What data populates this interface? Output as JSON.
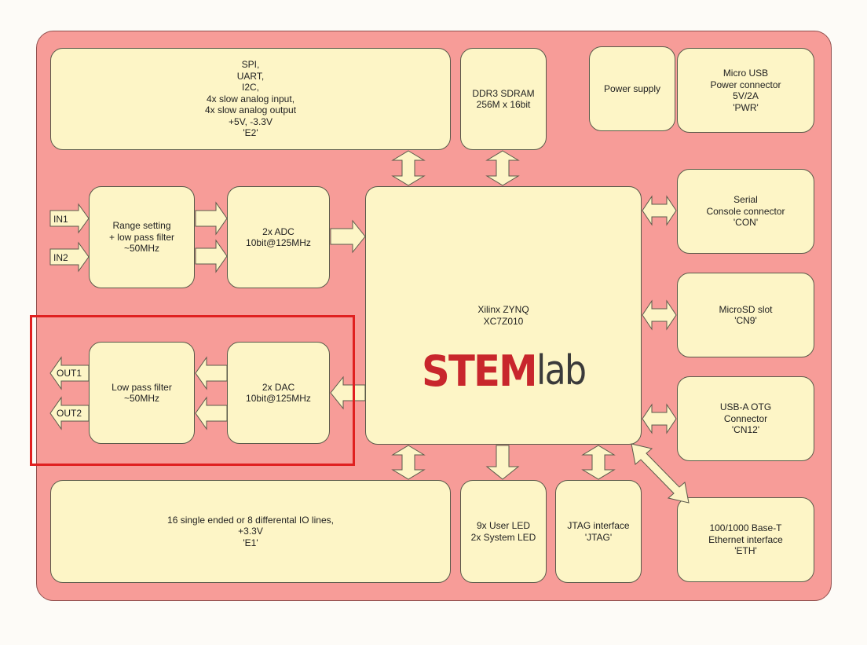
{
  "blocks": {
    "e2": "SPI,\nUART,\nI2C,\n4x slow analog input,\n4x slow analog output\n+5V, -3.3V\n'E2'",
    "ddr3": "DDR3 SDRAM\n256M x 16bit",
    "power_supply": "Power supply",
    "micro_usb": "Micro USB\nPower connector\n5V/2A\n'PWR'",
    "range_setting": "Range setting\n+ low pass filter\n~50MHz",
    "adc": "2x ADC\n10bit@125MHz",
    "zynq": "Xilinx ZYNQ\nXC7Z010",
    "serial_console": "Serial\nConsole connector\n'CON'",
    "microsd": "MicroSD slot\n'CN9'",
    "low_pass_filter": "Low pass filter\n~50MHz",
    "dac": "2x DAC\n10bit@125MHz",
    "usb_otg": "USB-A OTG\nConnector\n'CN12'",
    "e1": "16 single ended or 8 differental IO lines,\n+3.3V\n'E1'",
    "user_led": "9x User LED\n2x System LED",
    "jtag": "JTAG interface\n'JTAG'",
    "ethernet": "100/1000 Base-T\nEthernet interface\n'ETH'"
  },
  "signals": {
    "in1": "IN1",
    "in2": "IN2",
    "out1": "OUT1",
    "out2": "OUT2"
  },
  "logo": {
    "stem": "STEM",
    "lab": "lab"
  },
  "colors": {
    "board": "#f79c98",
    "block": "#fdf5c6",
    "logo_red": "#c8262c",
    "highlight": "#e02020"
  }
}
